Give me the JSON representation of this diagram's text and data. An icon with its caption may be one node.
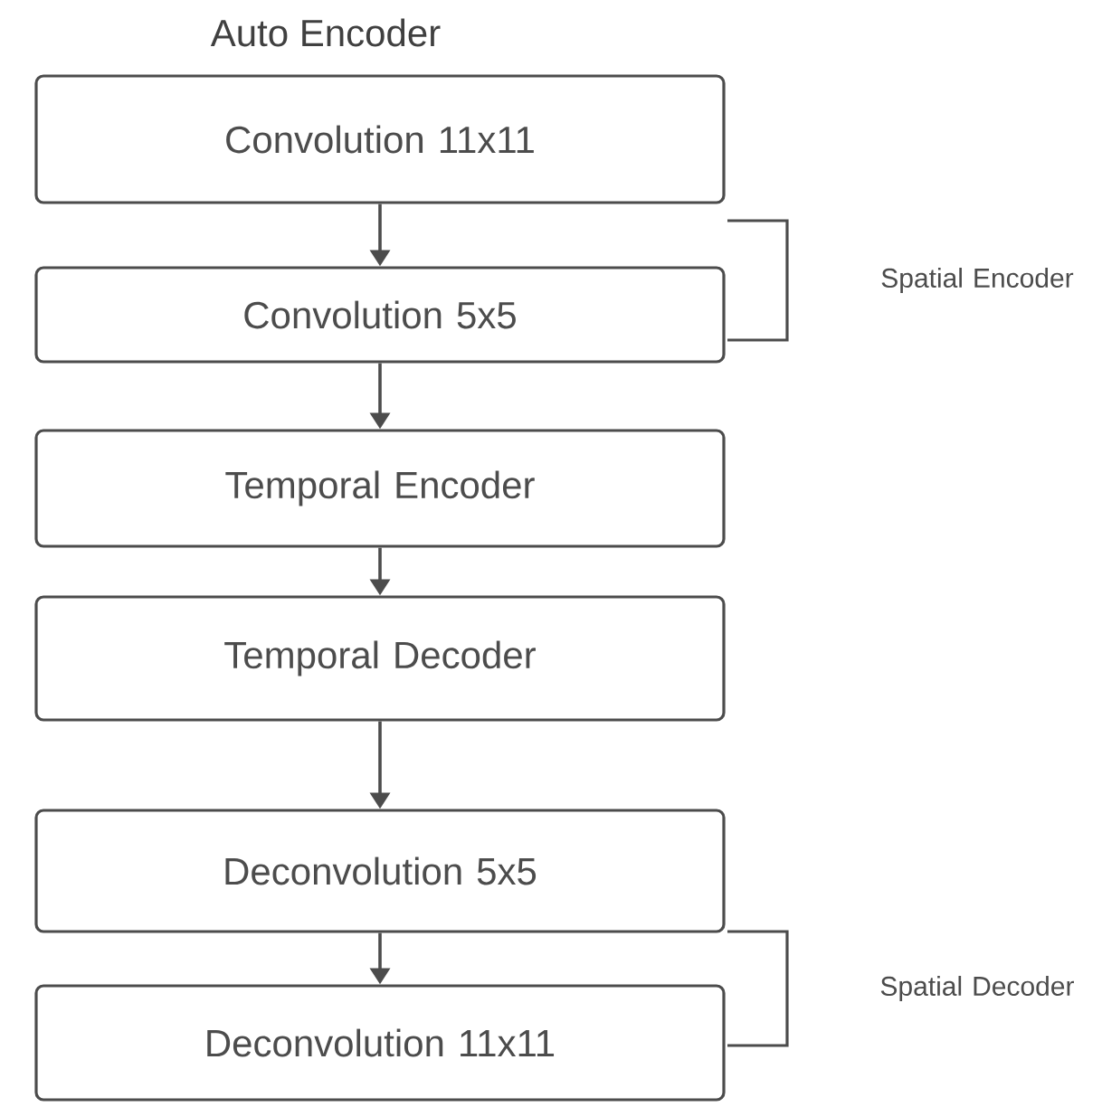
{
  "diagram": {
    "title": "Auto Encoder",
    "nodes": [
      {
        "text": [
          "Convolution 11x11"
        ]
      },
      {
        "text": [
          "Convolution 5x5"
        ]
      },
      {
        "text": [
          "Temporal Encoder"
        ]
      },
      {
        "text": [
          "Temporal Decoder"
        ]
      },
      {
        "text": [
          "Deconvolution 5x5"
        ]
      },
      {
        "text": [
          "Deconvolution 11x11"
        ]
      }
    ],
    "edges": [
      {
        "from": 0,
        "to": 1,
        "arrow": "to"
      },
      {
        "from": 1,
        "to": 2,
        "arrow": "to"
      },
      {
        "from": 2,
        "to": 3,
        "arrow": "to"
      },
      {
        "from": 3,
        "to": 4,
        "arrow": "to"
      },
      {
        "from": 4,
        "to": 5,
        "arrow": "to"
      }
    ],
    "labels": [
      "Spatial Encoder",
      "Spatial Decoder"
    ]
  }
}
